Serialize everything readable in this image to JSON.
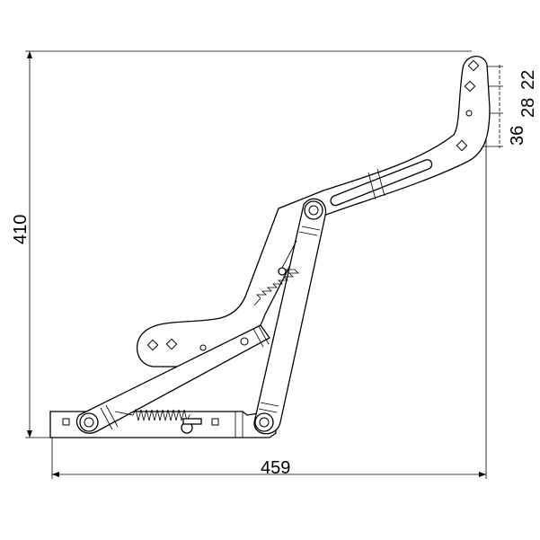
{
  "drawing": {
    "dims": {
      "width": "459",
      "height": "410",
      "hole_spacing_1": "22",
      "hole_spacing_2": "28",
      "hole_spacing_3": "36"
    },
    "colors": {
      "line": "#000000",
      "background": "#ffffff"
    }
  }
}
